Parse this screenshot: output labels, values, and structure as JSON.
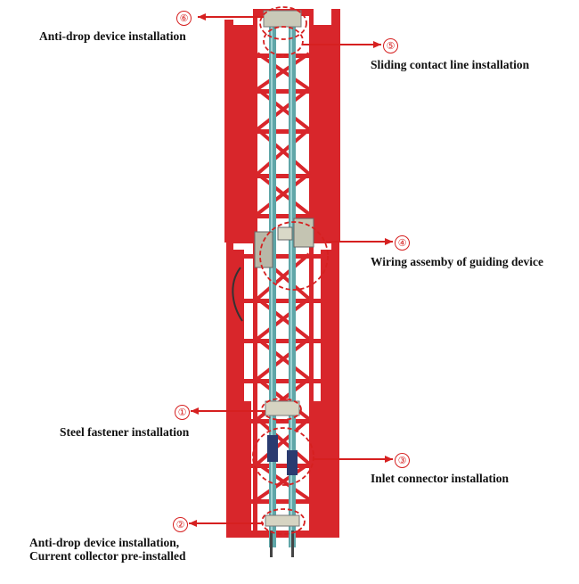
{
  "colors": {
    "tower_red": "#d8262b",
    "rail_teal": "#5fa6a8",
    "callout_red": "#d62020",
    "text": "#111111"
  },
  "callouts": [
    {
      "number": "⑥",
      "label": "Anti-drop device installation"
    },
    {
      "number": "⑤",
      "label": "Sliding contact line installation"
    },
    {
      "number": "④",
      "label": "Wiring assemby of guiding device"
    },
    {
      "number": "①",
      "label": "Steel fastener installation"
    },
    {
      "number": "③",
      "label": "Inlet connector installation"
    },
    {
      "number": "②",
      "label_lines": [
        "Anti-drop device installation,",
        "Current collector pre-installed"
      ]
    }
  ]
}
